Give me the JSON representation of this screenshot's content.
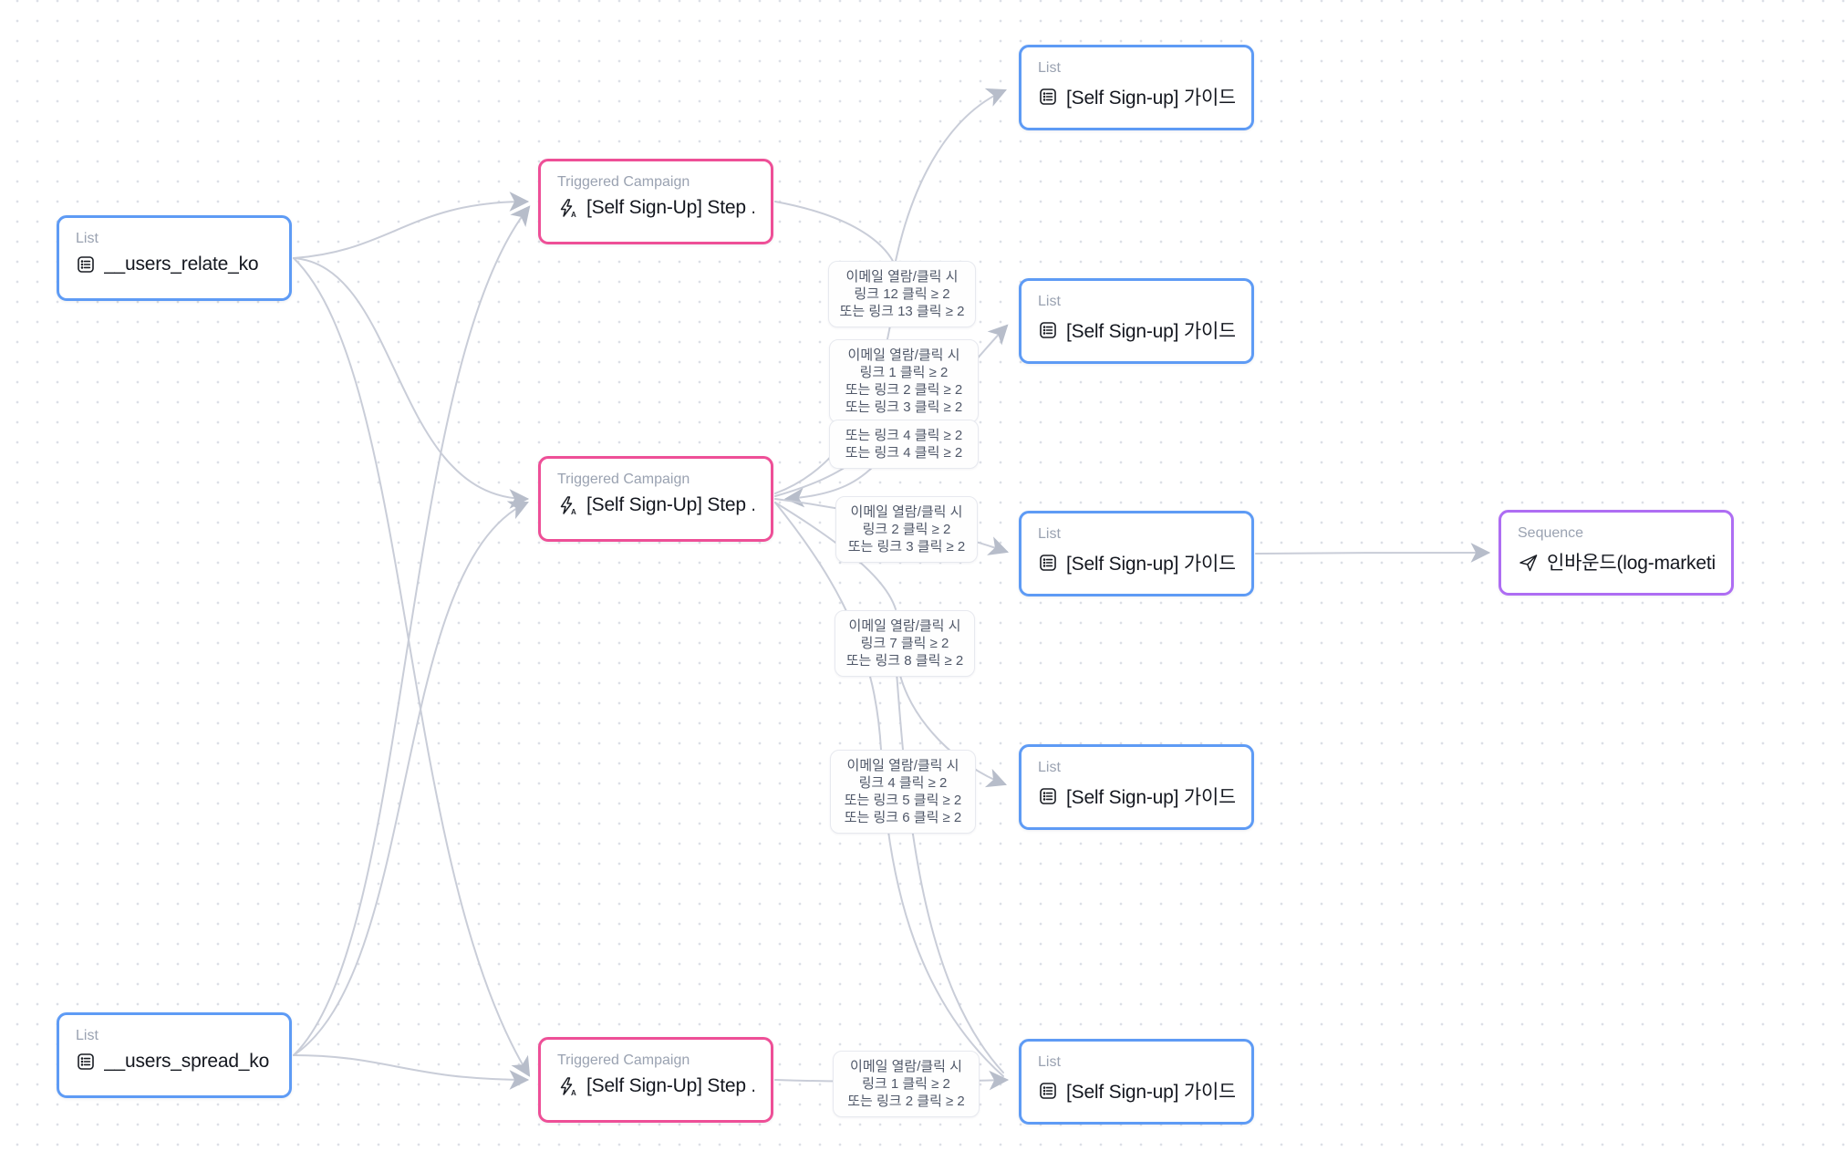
{
  "colors": {
    "list_border": "#5e9bf5",
    "campaign_border": "#ee4f97",
    "sequence_border": "#ae6df3",
    "edge": "#c9cdd8",
    "arrowhead": "#b7bdca",
    "type_label_text": "#9aa2b1",
    "title_text": "#14171f",
    "condition_text": "#4f5768"
  },
  "nodes": [
    {
      "id": "users-relate",
      "kind": "list",
      "type_label": "List",
      "icon": "list-icon",
      "title": "__users_relate_ko"
    },
    {
      "id": "users-spread",
      "kind": "list",
      "type_label": "List",
      "icon": "list-icon",
      "title": "__users_spread_ko"
    },
    {
      "id": "campaign-1",
      "kind": "campaign",
      "type_label": "Triggered Campaign",
      "icon": "lightning-a-icon",
      "title": "[Self Sign-Up] Step ..."
    },
    {
      "id": "campaign-2",
      "kind": "campaign",
      "type_label": "Triggered Campaign",
      "icon": "lightning-a-icon",
      "title": "[Self Sign-Up] Step ..."
    },
    {
      "id": "campaign-3",
      "kind": "campaign",
      "type_label": "Triggered Campaign",
      "icon": "lightning-a-icon",
      "title": "[Self Sign-Up] Step ..."
    },
    {
      "id": "guide-list-1",
      "kind": "list",
      "type_label": "List",
      "icon": "list-icon",
      "title": "[Self Sign-up] 가이드 ..."
    },
    {
      "id": "guide-list-2",
      "kind": "list",
      "type_label": "List",
      "icon": "list-icon",
      "title": "[Self Sign-up] 가이드 ..."
    },
    {
      "id": "guide-list-3",
      "kind": "list",
      "type_label": "List",
      "icon": "list-icon",
      "title": "[Self Sign-up] 가이드 ..."
    },
    {
      "id": "guide-list-4",
      "kind": "list",
      "type_label": "List",
      "icon": "list-icon",
      "title": "[Self Sign-up] 가이드 ..."
    },
    {
      "id": "guide-list-5",
      "kind": "list",
      "type_label": "List",
      "icon": "list-icon",
      "title": "[Self Sign-up] 가이드 ..."
    },
    {
      "id": "sequence-inbound",
      "kind": "sequence",
      "type_label": "Sequence",
      "icon": "send-icon",
      "title": "인바운드(log-marketi..."
    }
  ],
  "conditions": [
    {
      "id": "cond-1",
      "lines": [
        "이메일 열람/클릭 시",
        "링크 12 클릭 ≥ 2",
        "또는 링크 13 클릭 ≥ 2"
      ]
    },
    {
      "id": "cond-2a",
      "lines": [
        "이메일 열람/클릭 시",
        "링크 1 클릭 ≥ 2",
        "또는 링크 2 클릭 ≥ 2",
        "또는 링크 3 클릭 ≥ 2"
      ]
    },
    {
      "id": "cond-2b",
      "lines": [
        "또는 링크 4 클릭 ≥ 2",
        "또는 링크 4 클릭 ≥ 2"
      ]
    },
    {
      "id": "cond-3",
      "lines": [
        "이메일 열람/클릭 시",
        "링크 2 클릭 ≥ 2",
        "또는 링크 3 클릭 ≥ 2"
      ]
    },
    {
      "id": "cond-4",
      "lines": [
        "이메일 열람/클릭 시",
        "링크 7 클릭 ≥ 2",
        "또는 링크 8 클릭 ≥ 2"
      ]
    },
    {
      "id": "cond-5",
      "lines": [
        "이메일 열람/클릭 시",
        "링크 4 클릭 ≥ 2",
        "또는 링크 5 클릭 ≥ 2",
        "또는 링크 6 클릭 ≥ 2"
      ]
    },
    {
      "id": "cond-6",
      "lines": [
        "이메일 열람/클릭 시",
        "링크 1 클릭 ≥ 2",
        "또는 링크 2 클릭 ≥ 2"
      ]
    }
  ]
}
